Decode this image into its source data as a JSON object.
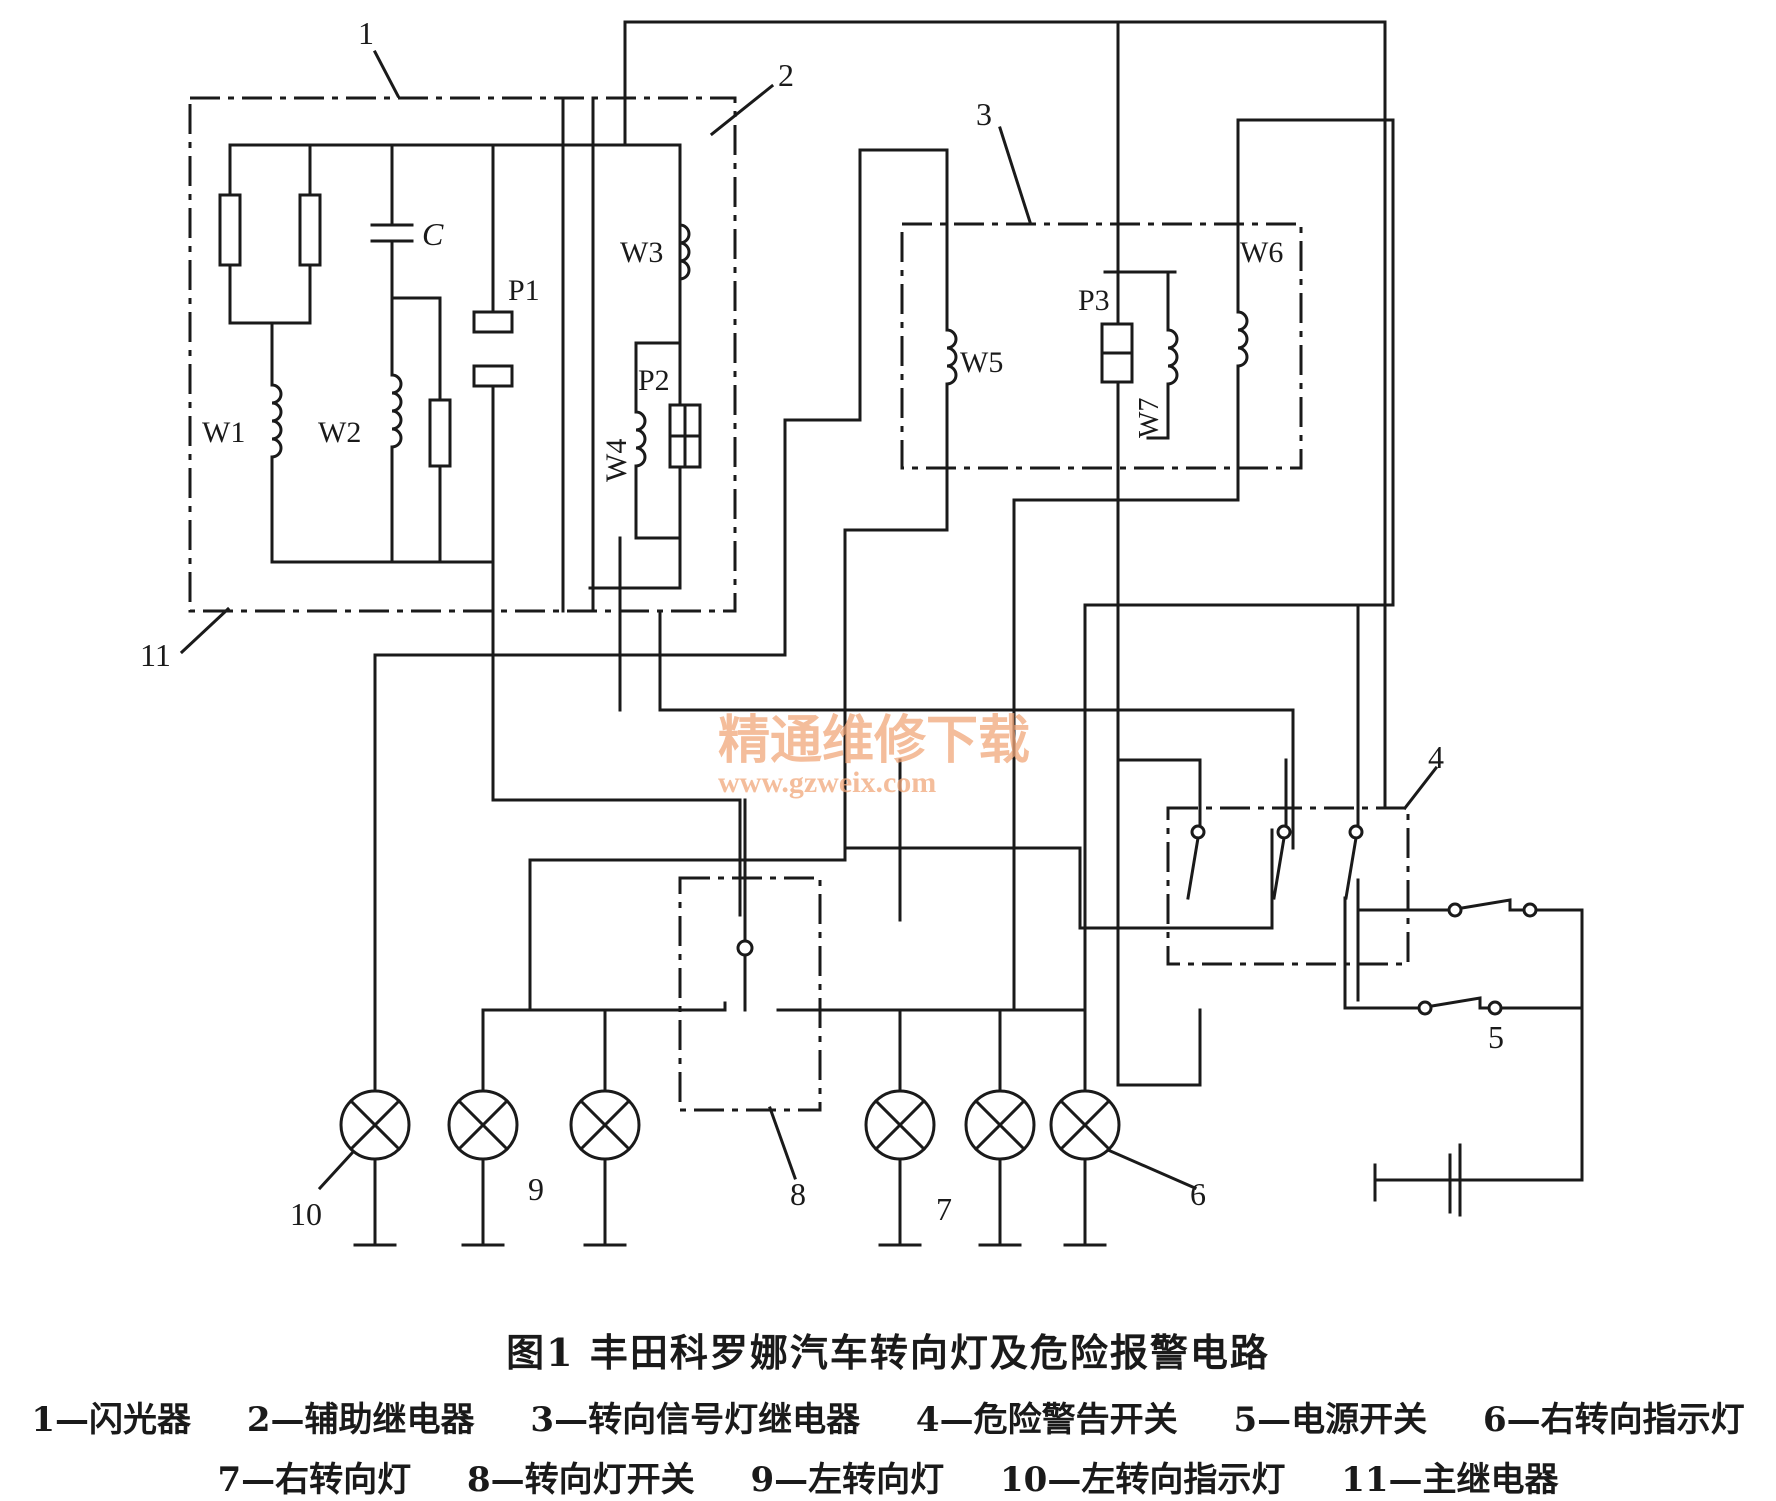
{
  "diagram": {
    "labels": {
      "callout_1": "1",
      "callout_2": "2",
      "callout_3": "3",
      "callout_4": "4",
      "callout_5": "5",
      "callout_6": "6",
      "callout_7": "7",
      "callout_8": "8",
      "callout_9": "9",
      "callout_10": "10",
      "callout_11": "11",
      "capacitor": "C",
      "coil_w1": "W1",
      "coil_w2": "W2",
      "coil_w3": "W3",
      "coil_w4": "W4",
      "coil_w5": "W5",
      "coil_w6": "W6",
      "coil_w7": "W7",
      "contact_p1": "P1",
      "contact_p2": "P2",
      "contact_p3": "P3"
    },
    "watermark": {
      "cn": "精通维修下载",
      "url": "www.gzweix.com"
    }
  },
  "caption": {
    "title": "图1   丰田科罗娜汽车转向灯及危险报警电路",
    "legend_line1": [
      "1—闪光器",
      "2—辅助继电器",
      "3—转向信号灯继电器",
      "4—危险警告开关",
      "5—电源开关",
      "6—右转向指示灯"
    ],
    "legend_line2": [
      "7—右转向灯",
      "8—转向灯开关",
      "9—左转向灯",
      "10—左转向指示灯",
      "11—主继电器"
    ]
  },
  "colors": {
    "ink": "#1a1a1a",
    "watermark": "#f1a77a"
  }
}
